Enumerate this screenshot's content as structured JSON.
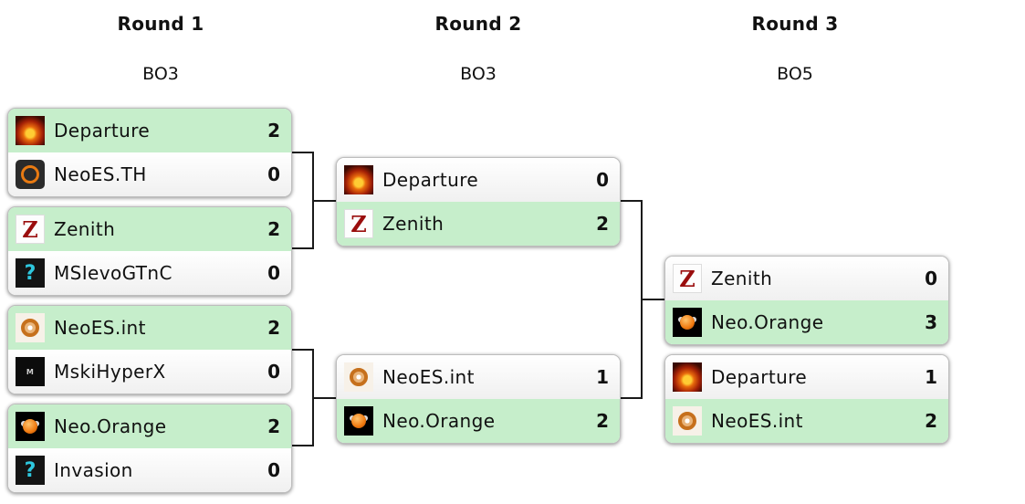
{
  "rounds": [
    {
      "title": "Round 1",
      "format": "BO3"
    },
    {
      "title": "Round 2",
      "format": "BO3"
    },
    {
      "title": "Round 3",
      "format": "BO5"
    }
  ],
  "icons": {
    "departure": "departure-logo-icon",
    "neoes_th": "neoes-th-logo-icon",
    "zenith": "zenith-logo-icon",
    "unknown": "unknown-team-icon",
    "neoes_int": "neoes-int-logo-icon",
    "mski": "mskihyperx-logo-icon",
    "neo_orange": "neo-orange-logo-icon"
  },
  "colors": {
    "winner_row": "#c6eecb",
    "loser_row": "#f4f4f4",
    "connector": "#1a1a1a"
  },
  "matches": {
    "r1m1": {
      "team1": {
        "name": "Departure",
        "score": "2"
      },
      "team2": {
        "name": "NeoES.TH",
        "score": "0"
      }
    },
    "r1m2": {
      "team1": {
        "name": "Zenith",
        "score": "2"
      },
      "team2": {
        "name": "MSIevoGTnC",
        "score": "0"
      }
    },
    "r1m3": {
      "team1": {
        "name": "NeoES.int",
        "score": "2"
      },
      "team2": {
        "name": "MskiHyperX",
        "score": "0"
      }
    },
    "r1m4": {
      "team1": {
        "name": "Neo.Orange",
        "score": "2"
      },
      "team2": {
        "name": "Invasion",
        "score": "0"
      }
    },
    "r2m1": {
      "team1": {
        "name": "Departure",
        "score": "0"
      },
      "team2": {
        "name": "Zenith",
        "score": "2"
      }
    },
    "r2m2": {
      "team1": {
        "name": "NeoES.int",
        "score": "1"
      },
      "team2": {
        "name": "Neo.Orange",
        "score": "2"
      }
    },
    "r3m1": {
      "team1": {
        "name": "Zenith",
        "score": "0"
      },
      "team2": {
        "name": "Neo.Orange",
        "score": "3"
      }
    },
    "r3m2": {
      "team1": {
        "name": "Departure",
        "score": "1"
      },
      "team2": {
        "name": "NeoES.int",
        "score": "2"
      }
    }
  }
}
